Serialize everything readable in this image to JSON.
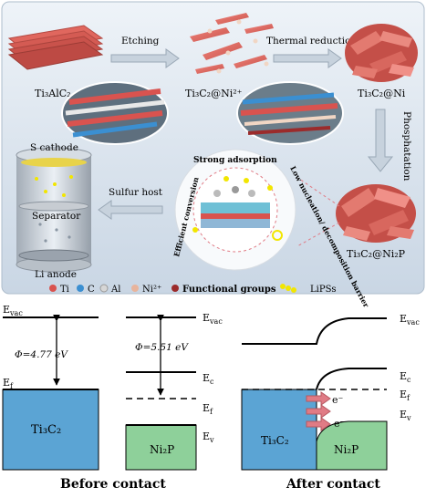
{
  "top": {
    "steps": {
      "etching": "Etching",
      "thermal_reduction": "Thermal reduction",
      "phosphatation": "Phosphatation",
      "sulfur_host": "Sulfur host"
    },
    "materials": {
      "max_phase": "Ti₃AlC₂",
      "etched": "Ti₃C₂@Ni²⁺",
      "reduced": "Ti₃C₂@Ni",
      "phosphide": "Ti₃C₂@Ni₂P"
    },
    "battery": {
      "cathode": "S cathode",
      "separator": "Separator",
      "anode": "Li anode"
    },
    "mechanism": {
      "strong_adsorption": "Strong adsorption",
      "low_barrier": "Low nucleation/ decomposition barrier",
      "efficient_conversion": "Efficient conversion"
    },
    "legend": [
      {
        "label": "Ti",
        "color": "#d9534f"
      },
      {
        "label": "C",
        "color": "#3b8fd1"
      },
      {
        "label": "Al",
        "color": "#d6d6d6"
      },
      {
        "label": "Ni²⁺",
        "color": "#e8b49c"
      },
      {
        "label": "Functional groups",
        "color": "#9b2b2b"
      },
      {
        "label": "LiPSs",
        "color": "#f2e600"
      }
    ]
  },
  "bottom": {
    "labels": {
      "evac": "E",
      "evac_sub": "vac",
      "ef": "E",
      "ef_sub": "f",
      "ec": "E",
      "ec_sub": "c",
      "ev": "E",
      "ev_sub": "v"
    },
    "phi_ti3c2": "Φ=4.77 eV",
    "phi_ni2p": "Φ=5.51 eV",
    "ti3c2": "Ti₃C₂",
    "ni2p": "Ni₂P",
    "electron": "e⁻",
    "before": "Before contact",
    "after": "After contact",
    "colors": {
      "ti3c2_fill": "#5ba4d4",
      "ni2p_fill": "#8ed09a",
      "arrow": "#e07b85"
    }
  }
}
